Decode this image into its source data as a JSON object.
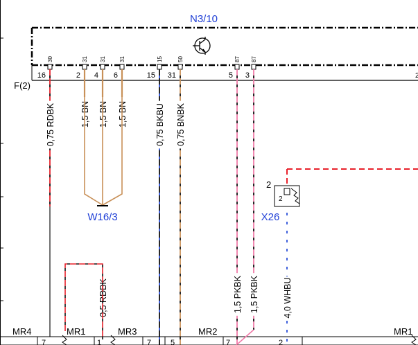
{
  "module": {
    "name": "N3/10",
    "frame_label": "F(2)",
    "pins": [
      {
        "num": "16",
        "term": "30"
      },
      {
        "num": "2",
        "term": "31"
      },
      {
        "num": "4",
        "term": "31"
      },
      {
        "num": "6",
        "term": "31"
      },
      {
        "num": "15",
        "term": "15"
      },
      {
        "num": "31",
        "term": "50"
      },
      {
        "num": "5",
        "term": "87"
      },
      {
        "num": "3",
        "term": "87"
      }
    ],
    "edge_mark": "2"
  },
  "wires": [
    {
      "label": "0,75 RDBK",
      "colors": [
        "#e8202a",
        "#111111"
      ]
    },
    {
      "label": "1,5 BN",
      "colors": [
        "#c89058"
      ]
    },
    {
      "label": "1,5 BN",
      "colors": [
        "#c89058"
      ]
    },
    {
      "label": "1,5 BN",
      "colors": [
        "#c89058"
      ]
    },
    {
      "label": "0,75 BKBU",
      "colors": [
        "#111111",
        "#2a4fd8"
      ]
    },
    {
      "label": "0,75 BNBK",
      "colors": [
        "#c89058",
        "#111111"
      ]
    },
    {
      "label": "1,5 PKBK",
      "colors": [
        "#f07aa8",
        "#111111"
      ]
    },
    {
      "label": "1,5 PKBK",
      "colors": [
        "#f07aa8",
        "#111111"
      ]
    },
    {
      "label": "0,5 RDBK",
      "colors": [
        "#e8202a",
        "#111111"
      ]
    },
    {
      "label": "4,0 WHBU",
      "colors": [
        "#ffffff",
        "#2a4fd8"
      ]
    }
  ],
  "splice": {
    "name": "W16/3"
  },
  "connector": {
    "name": "X26",
    "pin_outer": "2",
    "pin_inner": "2"
  },
  "bottom_connectors": [
    {
      "name": "MR4",
      "pin": "7"
    },
    {
      "name": "MR1",
      "pin": "1"
    },
    {
      "name": "MR3",
      "pin": "7"
    },
    {
      "name": "",
      "pin": "5"
    },
    {
      "name": "MR2",
      "pin": "7"
    },
    {
      "name": "",
      "pin": "2"
    },
    {
      "name": "MR1",
      "pin": ""
    }
  ],
  "colors": {
    "label_blue": "#1f3fd6",
    "red": "#e8202a",
    "black": "#111111",
    "brown": "#c89058",
    "blue": "#2a4fd8",
    "pink": "#f07aa8"
  }
}
